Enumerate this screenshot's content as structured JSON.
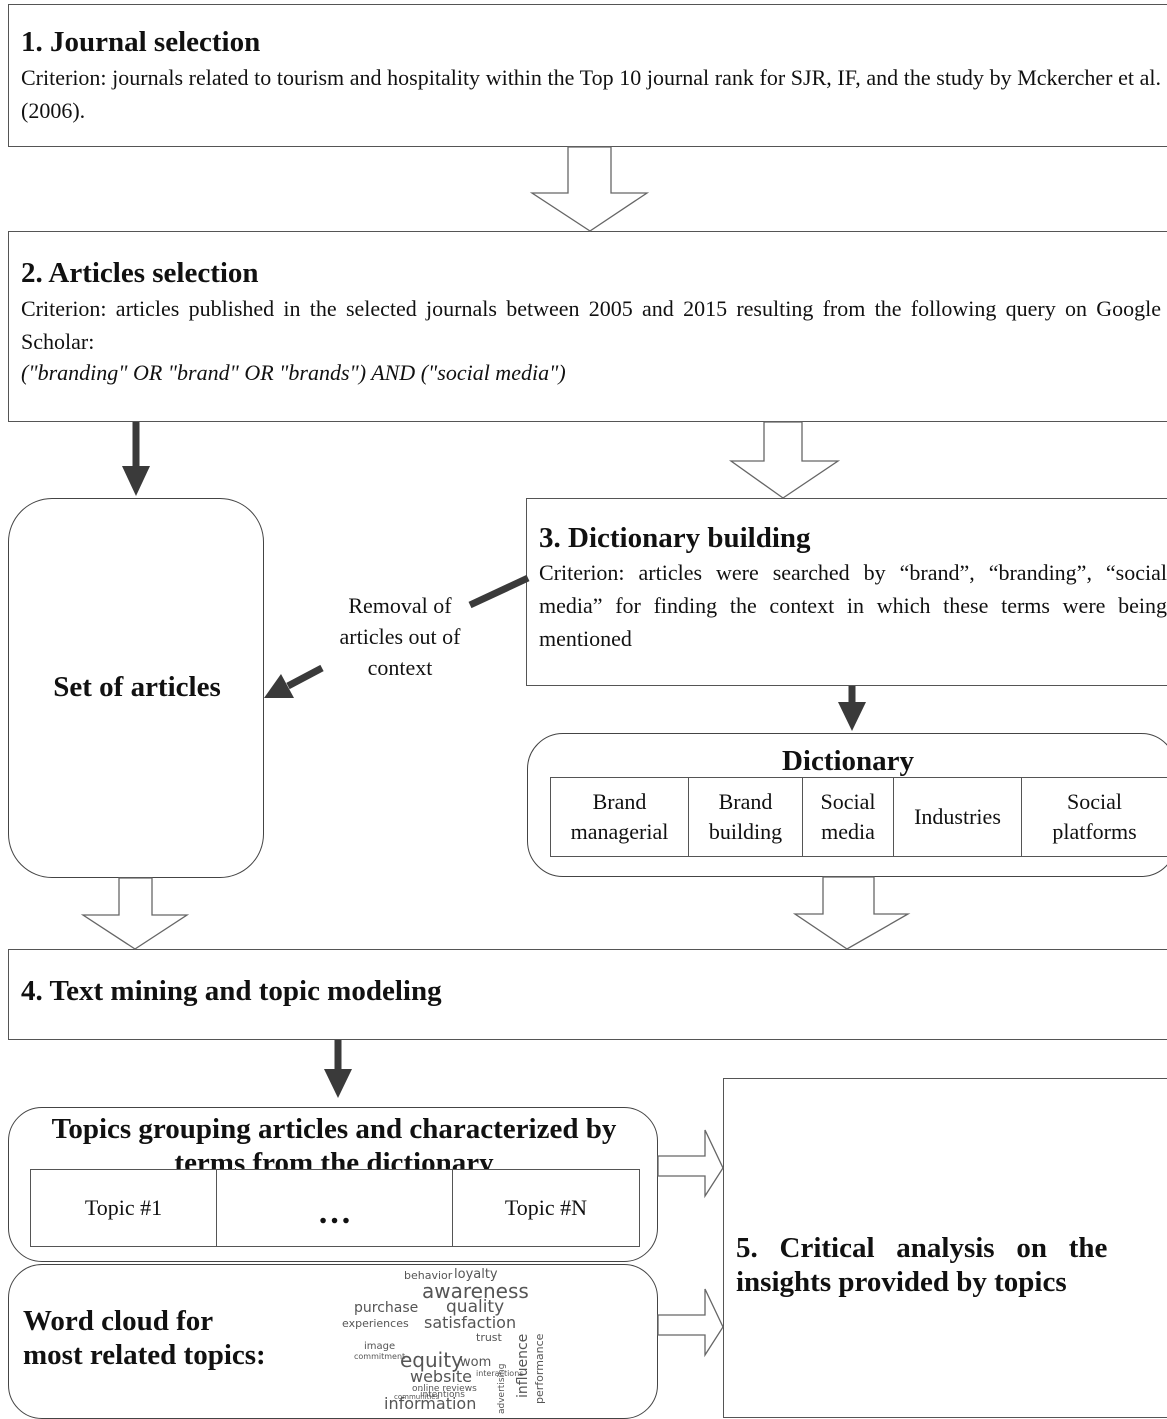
{
  "step1": {
    "title": "1. Journal selection",
    "text": "Criterion: journals related to  tourism and hospitality within the Top 10 journal rank for SJR, IF, and the study by Mckercher et al. (2006)."
  },
  "step2": {
    "title": "2. Articles selection",
    "text": "Criterion: articles published in the selected journals between 2005 and 2015 resulting from the following query on Google Scholar:",
    "query": "(\"branding\" OR \"brand\" OR \"brands\") AND (\"social media\")"
  },
  "set_of_articles": "Set of articles",
  "removal_note": [
    "Removal of",
    "articles out of",
    "context"
  ],
  "step3": {
    "title": "3. Dictionary building",
    "text": "Criterion: articles were searched by “brand”, “branding”, “social media” for finding the context in which these terms were being mentioned"
  },
  "dictionary": {
    "title": "Dictionary",
    "categories": [
      [
        "Brand",
        "managerial"
      ],
      [
        "Brand",
        "building"
      ],
      [
        "Social",
        "media"
      ],
      [
        "Industries"
      ],
      [
        "Social",
        "platforms"
      ]
    ]
  },
  "step4": {
    "title": "4. Text mining and topic modeling"
  },
  "topics": {
    "title_line1": "Topics grouping articles and characterized by",
    "title_line2": "terms from the dictionary",
    "cells": [
      "Topic #1",
      "…",
      "Topic #N"
    ]
  },
  "word_cloud": {
    "title_line1": "Word cloud for",
    "title_line2": "most related topics:",
    "words": [
      "behavior",
      "loyalty",
      "awareness",
      "purchase",
      "quality",
      "experiences",
      "satisfaction",
      "trust",
      "image",
      "commitment",
      "equity",
      "wom",
      "website",
      "online reviews",
      "communities",
      "intentions",
      "information",
      "influence",
      "performance",
      "advertising",
      "interactions"
    ]
  },
  "step5": {
    "title_line1": "5.   Critical   analysis   on   the",
    "title_line2": "insights provided by topics"
  }
}
